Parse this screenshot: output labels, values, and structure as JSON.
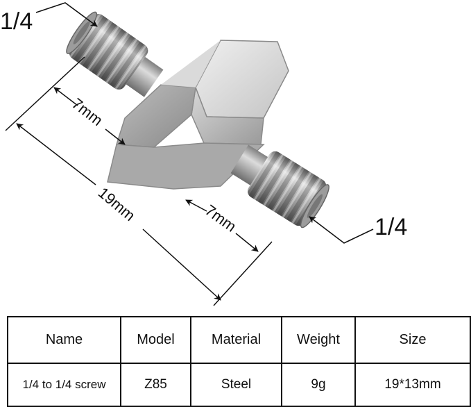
{
  "figure": {
    "top_left_label": "1/4",
    "right_label": "1/4",
    "dim_upper_thread": "7mm",
    "dim_lower_thread": "7mm",
    "dim_total_length": "19mm"
  },
  "table": {
    "headers": [
      "Name",
      "Model",
      "Material",
      "Weight",
      "Size"
    ],
    "values": [
      "1/4 to 1/4 screw",
      "Z85",
      "Steel",
      "9g",
      "19*13mm"
    ]
  }
}
